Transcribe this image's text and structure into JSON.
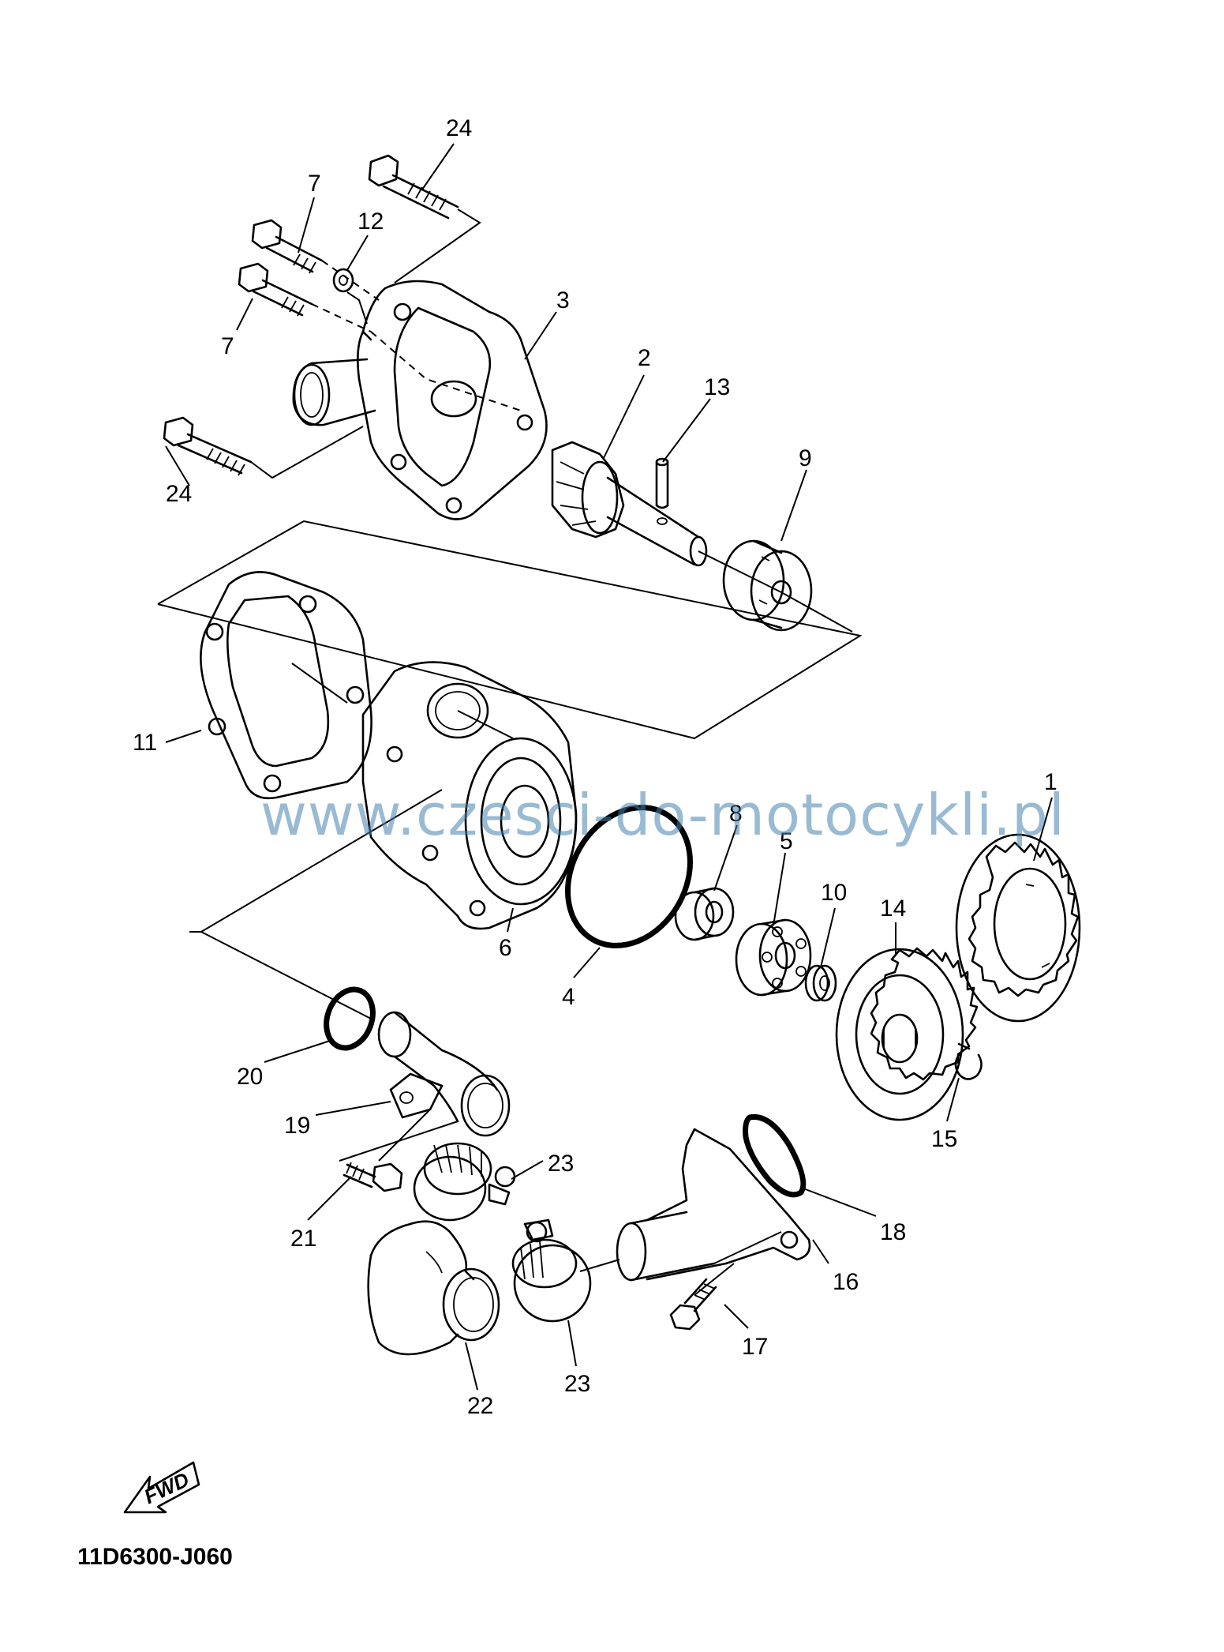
{
  "callouts": [
    "24",
    "7",
    "12",
    "3",
    "7",
    "2",
    "13",
    "9",
    "24",
    "11",
    "1",
    "8",
    "5",
    "10",
    "14",
    "6",
    "4",
    "20",
    "19",
    "15",
    "23",
    "18",
    "21",
    "16",
    "17",
    "23",
    "22"
  ],
  "watermark": "www.czesci-do-motocykli.pl",
  "fwd_label": "FWD",
  "diagram_code": "11D6300-J060"
}
